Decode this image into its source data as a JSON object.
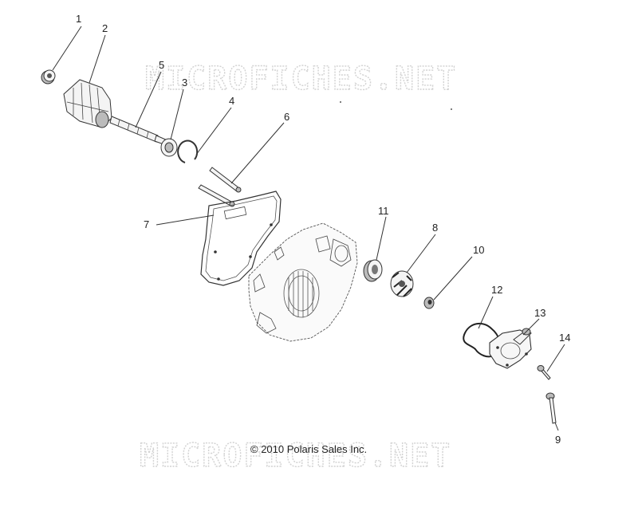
{
  "watermark": {
    "text": "MICROFICHES.NET"
  },
  "copyright": {
    "text": "© 2010 Polaris Sales Inc."
  },
  "callouts": {
    "n1": "1",
    "n2": "2",
    "n3": "3",
    "n4": "4",
    "n5": "5",
    "n6": "6",
    "n7": "7",
    "n8": "8",
    "n9": "9",
    "n10": "10",
    "n11": "11",
    "n12": "12",
    "n13": "13",
    "n14": "14"
  }
}
